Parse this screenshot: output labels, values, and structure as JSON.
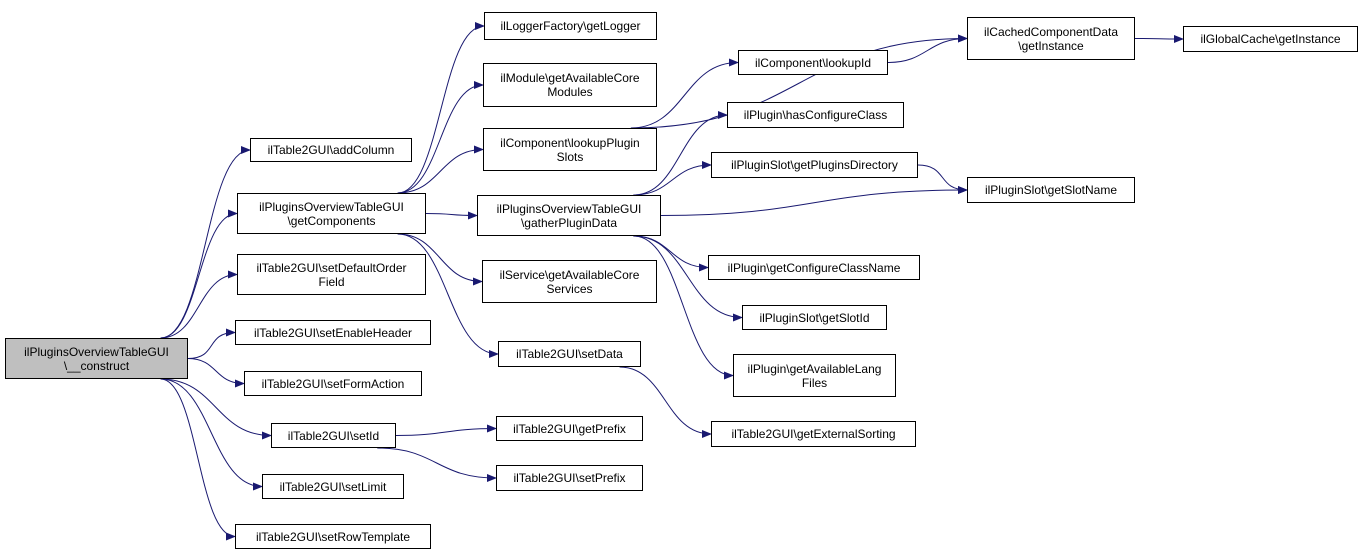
{
  "colors": {
    "edge": "#191970",
    "root_fill": "#bfbfbf",
    "node_fill": "#ffffff",
    "border": "#000000"
  },
  "nodes": {
    "construct": {
      "line1": "ilPluginsOverviewTableGUI",
      "line2": "\\__construct"
    },
    "addColumn": {
      "line1": "ilTable2GUI\\addColumn"
    },
    "getComponents": {
      "line1": "ilPluginsOverviewTableGUI",
      "line2": "\\getComponents"
    },
    "setDefaultOrder": {
      "line1": "ilTable2GUI\\setDefaultOrder",
      "line2": "Field"
    },
    "setEnableHeader": {
      "line1": "ilTable2GUI\\setEnableHeader"
    },
    "setFormAction": {
      "line1": "ilTable2GUI\\setFormAction"
    },
    "setId": {
      "line1": "ilTable2GUI\\setId"
    },
    "setLimit": {
      "line1": "ilTable2GUI\\setLimit"
    },
    "setRowTemplate": {
      "line1": "ilTable2GUI\\setRowTemplate"
    },
    "getLogger": {
      "line1": "ilLoggerFactory\\getLogger"
    },
    "getModules": {
      "line1": "ilModule\\getAvailableCore",
      "line2": "Modules"
    },
    "lookupPluginSlots": {
      "line1": "ilComponent\\lookupPlugin",
      "line2": "Slots"
    },
    "gatherPluginData": {
      "line1": "ilPluginsOverviewTableGUI",
      "line2": "\\gatherPluginData"
    },
    "getServices": {
      "line1": "ilService\\getAvailableCore",
      "line2": "Services"
    },
    "setData": {
      "line1": "ilTable2GUI\\setData"
    },
    "getPrefix": {
      "line1": "ilTable2GUI\\getPrefix"
    },
    "setPrefix": {
      "line1": "ilTable2GUI\\setPrefix"
    },
    "lookupId": {
      "line1": "ilComponent\\lookupId"
    },
    "hasConfigureClass": {
      "line1": "ilPlugin\\hasConfigureClass"
    },
    "getPluginsDir": {
      "line1": "ilPluginSlot\\getPluginsDirectory"
    },
    "getConfigureClassName": {
      "line1": "ilPlugin\\getConfigureClassName"
    },
    "getSlotId": {
      "line1": "ilPluginSlot\\getSlotId"
    },
    "getLangFiles": {
      "line1": "ilPlugin\\getAvailableLang",
      "line2": "Files"
    },
    "getExternalSorting": {
      "line1": "ilTable2GUI\\getExternalSorting"
    },
    "cachedGetInstance": {
      "line1": "ilCachedComponentData",
      "line2": "\\getInstance"
    },
    "getSlotName": {
      "line1": "ilPluginSlot\\getSlotName"
    },
    "globalCache": {
      "line1": "ilGlobalCache\\getInstance"
    }
  },
  "edges": [
    [
      "construct",
      "addColumn"
    ],
    [
      "construct",
      "getComponents"
    ],
    [
      "construct",
      "setDefaultOrder"
    ],
    [
      "construct",
      "setEnableHeader"
    ],
    [
      "construct",
      "setFormAction"
    ],
    [
      "construct",
      "setId"
    ],
    [
      "construct",
      "setLimit"
    ],
    [
      "construct",
      "setRowTemplate"
    ],
    [
      "getComponents",
      "getLogger"
    ],
    [
      "getComponents",
      "getModules"
    ],
    [
      "getComponents",
      "lookupPluginSlots"
    ],
    [
      "getComponents",
      "gatherPluginData"
    ],
    [
      "getComponents",
      "getServices"
    ],
    [
      "getComponents",
      "setData"
    ],
    [
      "setId",
      "getPrefix"
    ],
    [
      "setId",
      "setPrefix"
    ],
    [
      "lookupPluginSlots",
      "cachedGetInstance"
    ],
    [
      "lookupPluginSlots",
      "lookupId"
    ],
    [
      "lookupId",
      "cachedGetInstance"
    ],
    [
      "cachedGetInstance",
      "globalCache"
    ],
    [
      "gatherPluginData",
      "hasConfigureClass"
    ],
    [
      "gatherPluginData",
      "getPluginsDir"
    ],
    [
      "gatherPluginData",
      "getSlotName"
    ],
    [
      "gatherPluginData",
      "getConfigureClassName"
    ],
    [
      "gatherPluginData",
      "getSlotId"
    ],
    [
      "gatherPluginData",
      "getLangFiles"
    ],
    [
      "getPluginsDir",
      "getSlotName"
    ],
    [
      "setData",
      "getExternalSorting"
    ]
  ]
}
